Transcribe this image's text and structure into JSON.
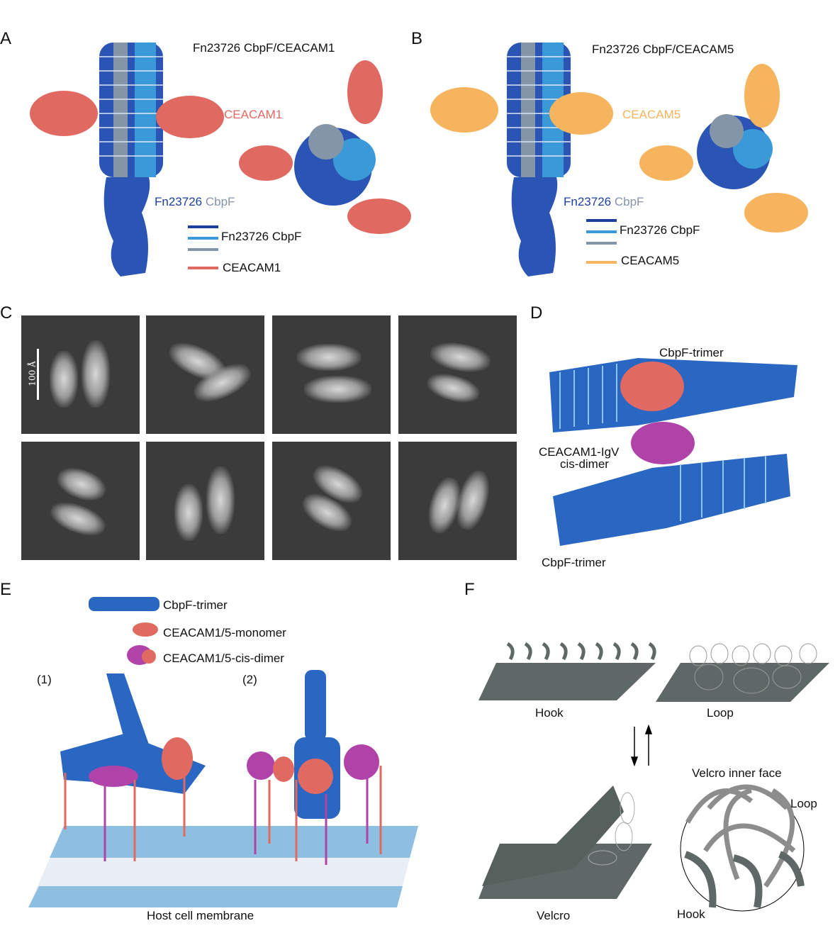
{
  "panels": {
    "A": {
      "label": "A",
      "title": "Fn23726 CbpF/CEACAM1",
      "ligand_label": "CEACAM1",
      "cbpf_label_part1": "Fn23726",
      "cbpf_label_part2": "CbpF",
      "legend": {
        "cbpf": "Fn23726 CbpF",
        "ligand": "CEACAM1"
      }
    },
    "B": {
      "label": "B",
      "title": "Fn23726 CbpF/CEACAM5",
      "ligand_label": "CEACAM5",
      "cbpf_label_part1": "Fn23726",
      "cbpf_label_part2": "CbpF",
      "legend": {
        "cbpf": "Fn23726 CbpF",
        "ligand": "CEACAM5"
      }
    },
    "C": {
      "label": "C",
      "scale_bar": "100 Å"
    },
    "D": {
      "label": "D",
      "top_label": "CbpF-trimer",
      "middle_label_1": "CEACAM1-IgV",
      "middle_label_2": "cis-dimer",
      "bottom_label": "CbpF-trimer"
    },
    "E": {
      "label": "E",
      "legend": [
        "CbpF-trimer",
        "CEACAM1/5-monomer",
        "CEACAM1/5-cis-dimer"
      ],
      "model_1": "(1)",
      "model_2": "(2)",
      "membrane_label": "Host cell membrane"
    },
    "F": {
      "label": "F",
      "hook": "Hook",
      "loop": "Loop",
      "inner_face_title": "Velcro inner face",
      "inset_loop": "Loop",
      "velcro": "Velcro",
      "inset_hook": "Hook"
    }
  },
  "colors": {
    "cbpf_dark": "#1f3f9e",
    "cbpf_light": "#3a9ad9",
    "cbpf_gray": "#8595a8",
    "ceacam1": "#e06a62",
    "ceacam5": "#f6b45e",
    "cis_dimer": "#b043a8",
    "membrane": "#8fbfe0",
    "velcro": "#5f6866",
    "loop": "#8d8d8d"
  }
}
